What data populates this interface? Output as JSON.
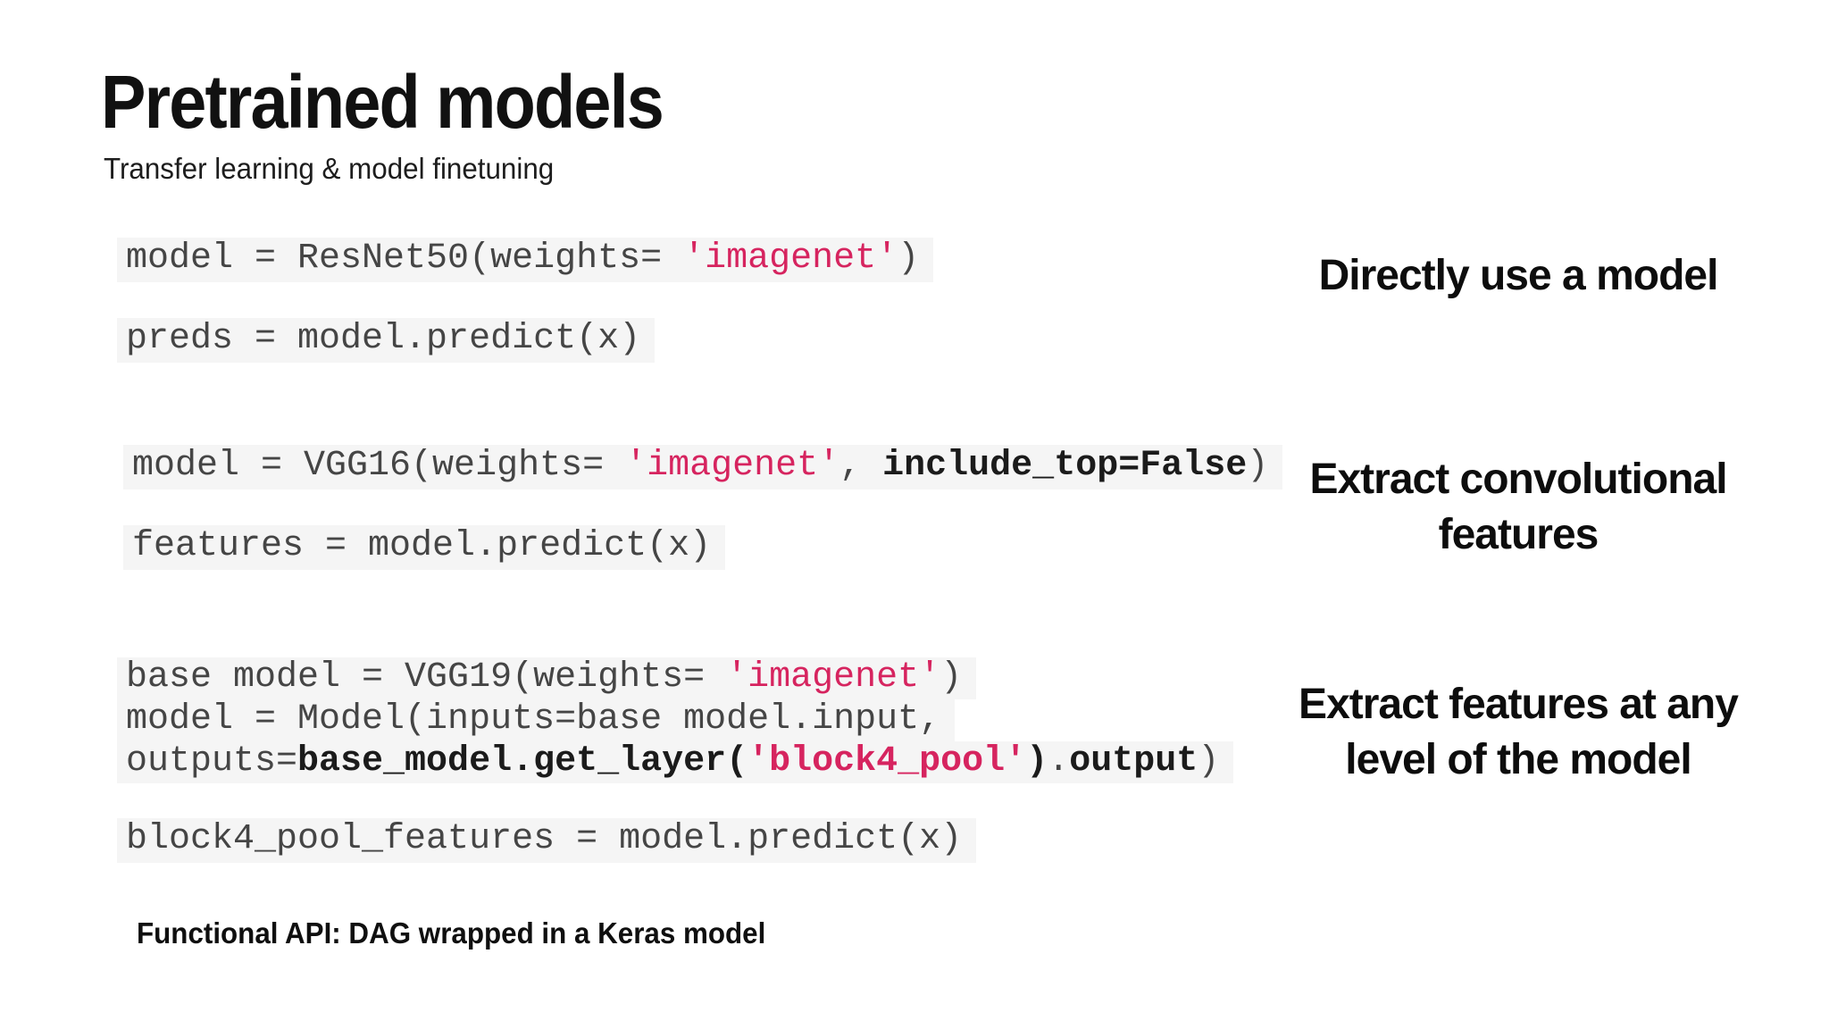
{
  "header": {
    "title": "Pretrained models",
    "subtitle": "Transfer learning & model finetuning"
  },
  "colors": {
    "accent_pink": "#d6245f",
    "code_text": "#454545",
    "code_bold": "#1b1b1b",
    "code_line_background": "#f5f5f5",
    "heading_text": "#111111",
    "page_background": "#ffffff"
  },
  "code_blocks": [
    {
      "lines": [
        {
          "segments": [
            {
              "text": "model = ResNet50(weights= ",
              "style": "plain"
            },
            {
              "text": "'imagenet'",
              "style": "pink"
            },
            {
              "text": ")",
              "style": "plain"
            }
          ]
        },
        {
          "segments": [
            {
              "text": "preds = model.predict(x)",
              "style": "plain"
            }
          ]
        }
      ]
    },
    {
      "lines": [
        {
          "segments": [
            {
              "text": "model = VGG16(weights= ",
              "style": "plain"
            },
            {
              "text": "'imagenet'",
              "style": "pink"
            },
            {
              "text": ", ",
              "style": "plain"
            },
            {
              "text": "include_top=False",
              "style": "bold"
            },
            {
              "text": ")",
              "style": "plain"
            }
          ]
        },
        {
          "segments": [
            {
              "text": "features = model.predict(x)",
              "style": "plain"
            }
          ]
        }
      ]
    },
    {
      "lines": [
        {
          "segments": [
            {
              "text": "base model = VGG19(weights= ",
              "style": "plain"
            },
            {
              "text": "'imagenet'",
              "style": "pink"
            },
            {
              "text": ")",
              "style": "plain"
            }
          ]
        },
        {
          "segments": [
            {
              "text": "model = Model(inputs=base model.input,",
              "style": "plain"
            }
          ]
        },
        {
          "segments": [
            {
              "text": "outputs=",
              "style": "plain"
            },
            {
              "text": "base_model.get_layer(",
              "style": "bold"
            },
            {
              "text": "'block4_pool'",
              "style": "boldpink"
            },
            {
              "text": ")",
              "style": "bold"
            },
            {
              "text": ".",
              "style": "plain"
            },
            {
              "text": "output",
              "style": "bold"
            },
            {
              "text": ")",
              "style": "plain"
            }
          ]
        }
      ]
    },
    {
      "lines": [
        {
          "segments": [
            {
              "text": "block4_pool_features = model.predict(x)",
              "style": "plain"
            }
          ]
        }
      ]
    }
  ],
  "annotations": [
    {
      "lines": [
        "Directly use a model"
      ]
    },
    {
      "lines": [
        "Extract convolutional",
        "features"
      ]
    },
    {
      "lines": [
        "Extract features at any",
        "level of the model"
      ]
    }
  ],
  "footer": {
    "note": "Functional API: DAG wrapped in a Keras model"
  }
}
